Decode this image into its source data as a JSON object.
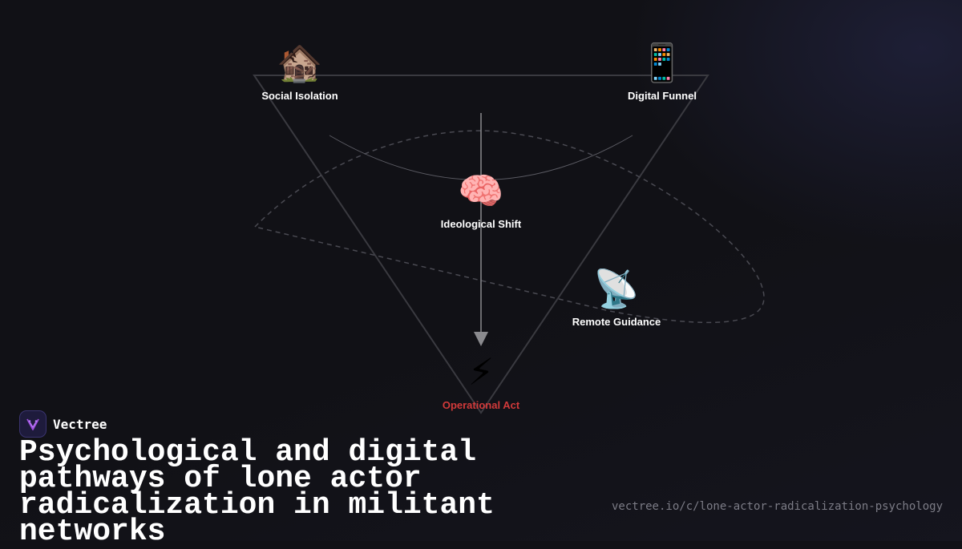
{
  "diagram": {
    "nodes": [
      {
        "id": "social-isolation",
        "icon": "house-icon",
        "glyph": "🏚️",
        "label": "Social Isolation"
      },
      {
        "id": "digital-funnel",
        "icon": "mobile-phone-icon",
        "glyph": "📱",
        "label": "Digital Funnel"
      },
      {
        "id": "ideological-shift",
        "icon": "brain-icon",
        "glyph": "🧠",
        "label": "Ideological Shift"
      },
      {
        "id": "remote-guidance",
        "icon": "satellite-antenna-icon",
        "glyph": "📡",
        "label": "Remote Guidance"
      },
      {
        "id": "operational-act",
        "icon": "lightning-icon",
        "glyph": "⚡",
        "label": "Operational Act"
      }
    ],
    "colors": {
      "label": "#ffffff",
      "accent_label": "#d23a3a",
      "triangle_stroke": "#3a3a40",
      "arrow": "#8a8a8e",
      "dashed_orbit": "#4a4a52"
    }
  },
  "brand": {
    "name": "Vectree",
    "logo_icon": "vectree-logo-icon",
    "logo_bg": "#1e1b3c",
    "logo_accent": "#a050e0"
  },
  "title": "Psychological and digital pathways of lone actor radicalization in militant networks",
  "url": "vectree.io/c/lone-actor-radicalization-psychology"
}
